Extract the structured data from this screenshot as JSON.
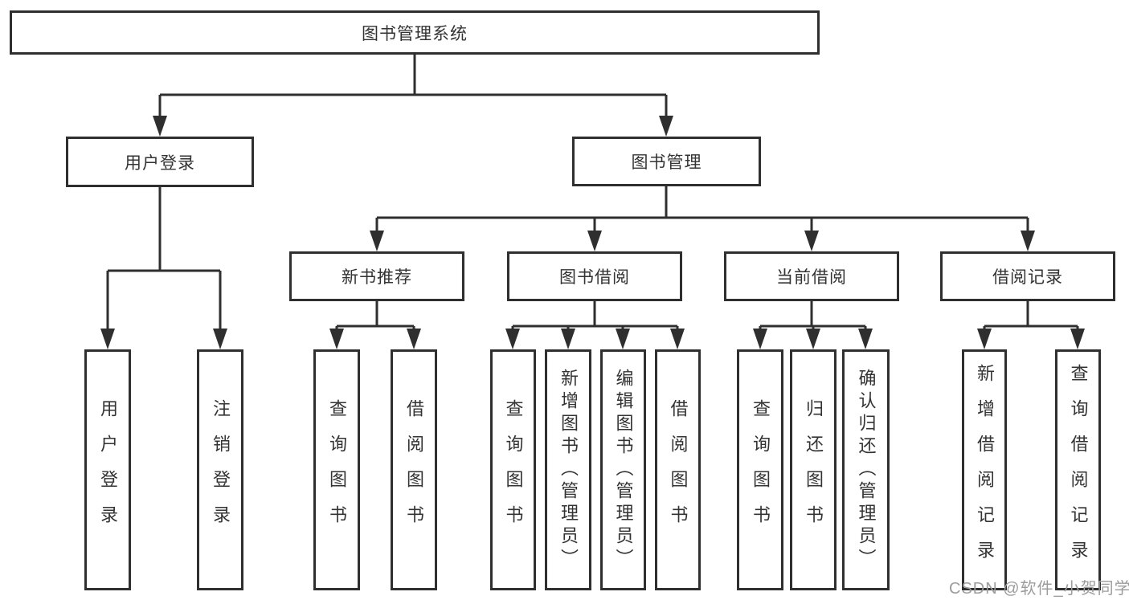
{
  "diagram_type": "hierarchy-tree",
  "colors": {
    "line": "#2f2f2f",
    "box_border": "#2f2f2f",
    "text": "#333333",
    "background": "#ffffff",
    "watermark": "#9c9c9c"
  },
  "watermark": {
    "text": "CSDN @软件_小贺同学"
  },
  "tree": {
    "label": "图书管理系统",
    "children": [
      {
        "label": "用户登录",
        "children": [
          {
            "label": "用户登录"
          },
          {
            "label": "注销登录"
          }
        ]
      },
      {
        "label": "图书管理",
        "children": [
          {
            "label": "新书推荐",
            "children": [
              {
                "label": "查询图书"
              },
              {
                "label": "借阅图书"
              }
            ]
          },
          {
            "label": "图书借阅",
            "children": [
              {
                "label": "查询图书"
              },
              {
                "label": "新增图书（管理员）"
              },
              {
                "label": "编辑图书（管理员）"
              },
              {
                "label": "借阅图书"
              }
            ]
          },
          {
            "label": "当前借阅",
            "children": [
              {
                "label": "查询图书"
              },
              {
                "label": "归还图书"
              },
              {
                "label": "确认归还（管理员）"
              }
            ]
          },
          {
            "label": "借阅记录",
            "children": [
              {
                "label": "新增借阅记录"
              },
              {
                "label": "查询借阅记录"
              }
            ]
          }
        ]
      }
    ]
  }
}
